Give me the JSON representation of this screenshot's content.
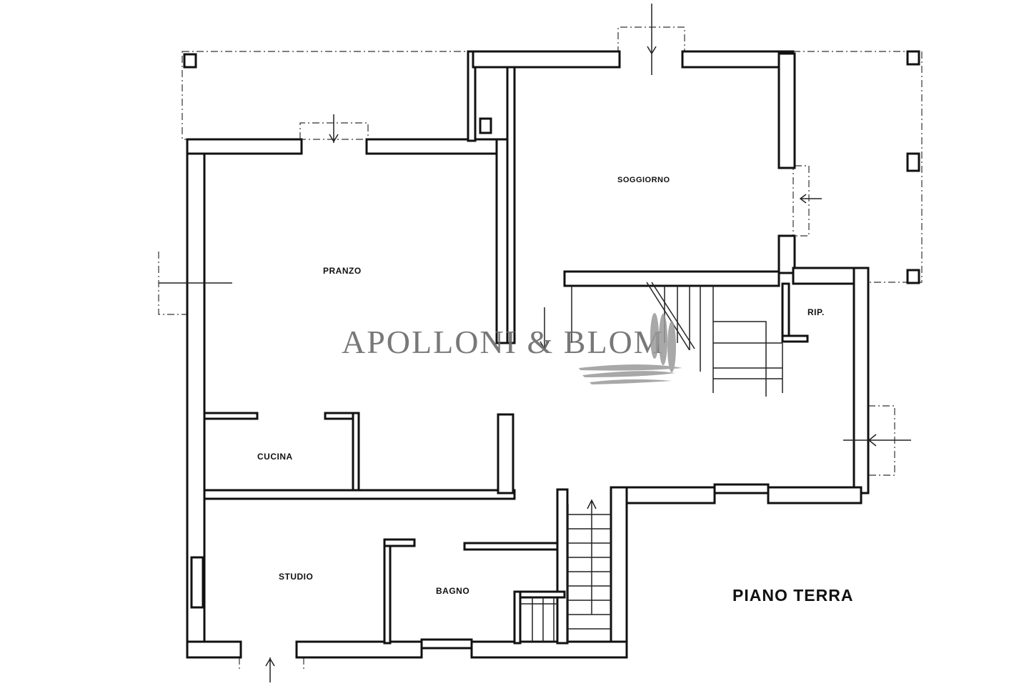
{
  "plan": {
    "title": "PIANO TERRA",
    "rooms": {
      "pranzo": "PRANZO",
      "soggiorno": "SOGGIORNO",
      "cucina": "CUCINA",
      "studio": "STUDIO",
      "bagno": "BAGNO",
      "rip": "RIP."
    }
  },
  "watermark": {
    "text": "APOLLONI & BLOM",
    "color": "#6a6a6a"
  }
}
